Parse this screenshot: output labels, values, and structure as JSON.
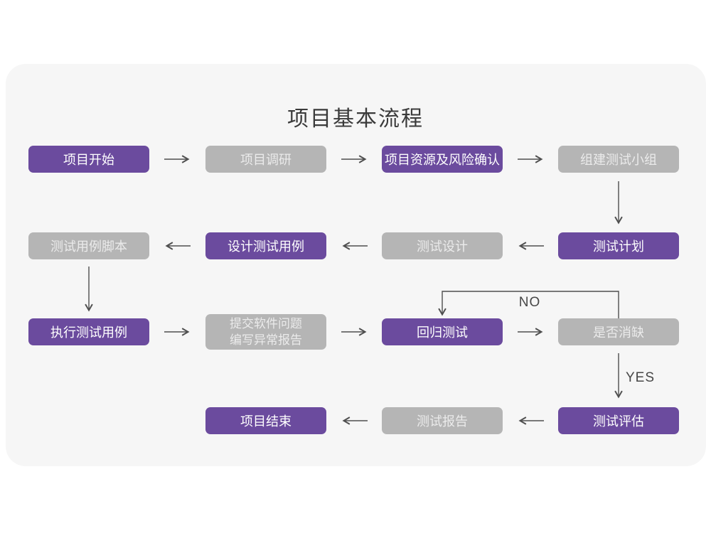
{
  "title": "项目基本流程",
  "colors": {
    "node_purple": "#6b4b9e",
    "node_gray": "#b5b5b5",
    "card_background": "#f6f6f6",
    "page_background": "#ffffff",
    "arrow": "#4f4f4f",
    "title_text": "#3a3a3a"
  },
  "nodes": [
    {
      "id": "project-start",
      "label": "项目开始",
      "variant": "purple"
    },
    {
      "id": "project-research",
      "label": "项目调研",
      "variant": "gray"
    },
    {
      "id": "resources-risk",
      "label": "项目资源及风险确认",
      "variant": "purple"
    },
    {
      "id": "build-test-team",
      "label": "组建测试小组",
      "variant": "gray"
    },
    {
      "id": "test-case-scripts",
      "label": "测试用例脚本",
      "variant": "gray"
    },
    {
      "id": "design-test-cases",
      "label": "设计测试用例",
      "variant": "purple"
    },
    {
      "id": "test-design",
      "label": "测试设计",
      "variant": "gray"
    },
    {
      "id": "test-plan",
      "label": "测试计划",
      "variant": "purple"
    },
    {
      "id": "execute-test-cases",
      "label": "执行测试用例",
      "variant": "purple"
    },
    {
      "id": "submit-issue-report",
      "label": "提交软件问题\n编写异常报告",
      "variant": "gray"
    },
    {
      "id": "regression-test",
      "label": "回归测试",
      "variant": "purple"
    },
    {
      "id": "defect-resolved",
      "label": "是否消缺",
      "variant": "gray"
    },
    {
      "id": "project-end",
      "label": "项目结束",
      "variant": "purple"
    },
    {
      "id": "test-report",
      "label": "测试报告",
      "variant": "gray"
    },
    {
      "id": "test-evaluation",
      "label": "测试评估",
      "variant": "purple"
    }
  ],
  "edges": [
    {
      "from": "project-start",
      "to": "project-research"
    },
    {
      "from": "project-research",
      "to": "resources-risk"
    },
    {
      "from": "resources-risk",
      "to": "build-test-team"
    },
    {
      "from": "build-test-team",
      "to": "test-plan"
    },
    {
      "from": "test-plan",
      "to": "test-design"
    },
    {
      "from": "test-design",
      "to": "design-test-cases"
    },
    {
      "from": "design-test-cases",
      "to": "test-case-scripts"
    },
    {
      "from": "test-case-scripts",
      "to": "execute-test-cases"
    },
    {
      "from": "execute-test-cases",
      "to": "submit-issue-report"
    },
    {
      "from": "submit-issue-report",
      "to": "regression-test"
    },
    {
      "from": "regression-test",
      "to": "defect-resolved"
    },
    {
      "from": "defect-resolved",
      "to": "regression-test",
      "label": "NO"
    },
    {
      "from": "defect-resolved",
      "to": "test-evaluation",
      "label": "YES"
    },
    {
      "from": "test-evaluation",
      "to": "test-report"
    },
    {
      "from": "test-report",
      "to": "project-end"
    }
  ],
  "edge_labels": {
    "no": "NO",
    "yes": "YES"
  }
}
